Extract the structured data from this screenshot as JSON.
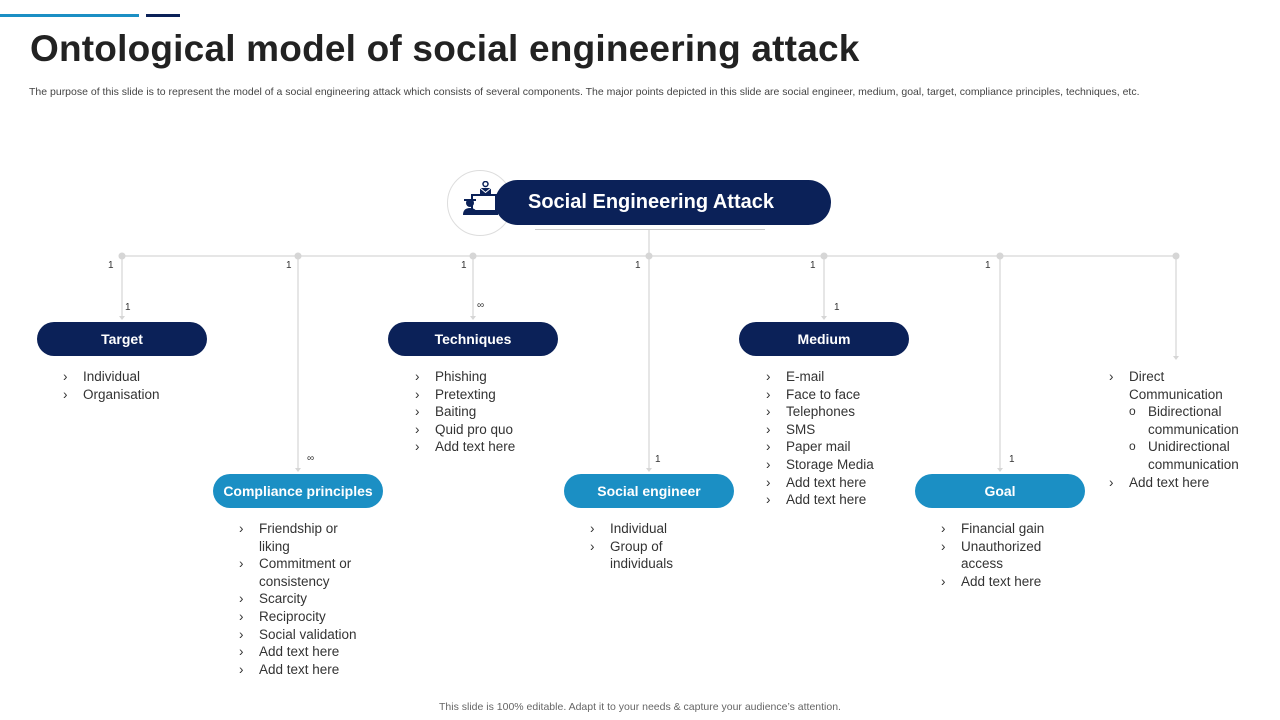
{
  "title": "Ontological model of social engineering attack",
  "subtitle": "The purpose of this slide is to represent the model of a social engineering attack which consists of several components. The major points depicted in this slide are social engineer, medium, goal, target, compliance principles, techniques, etc.",
  "root": {
    "label": "Social Engineering Attack",
    "icon": "hacker-laptop-email-icon"
  },
  "footer": "This slide is 100% editable. Adapt it to your needs & capture your audience’s attention.",
  "colors": {
    "dark": "#0b2158",
    "light": "#1b8fc4"
  },
  "multiplicity": {
    "top": [
      "1",
      "1",
      "1",
      "1",
      "1",
      "1"
    ],
    "target": "1",
    "techniques": "∞",
    "medium": "1",
    "compliance": "∞",
    "social_engineer": "1",
    "goal": "1"
  },
  "nodes": {
    "target": {
      "label": "Target",
      "items": [
        "Individual",
        "Organisation"
      ]
    },
    "techniques": {
      "label": "Techniques",
      "items": [
        "Phishing",
        "Pretexting",
        "Baiting",
        "Quid pro quo",
        "Add text here"
      ]
    },
    "medium": {
      "label": "Medium",
      "items": [
        "E-mail",
        "Face to face",
        "Telephones",
        "SMS",
        "Paper mail",
        "Storage Media",
        "Add text here",
        "Add text here"
      ]
    },
    "compliance": {
      "label": "Compliance principles",
      "items": [
        "Friendship or liking",
        "Commitment or consistency",
        "Scarcity",
        "Reciprocity",
        "Social validation",
        "Add text here",
        "Add text here"
      ]
    },
    "social_engineer": {
      "label": "Social engineer",
      "items": [
        "Individual",
        "Group of individuals"
      ]
    },
    "goal": {
      "label": "Goal",
      "items": [
        "Financial gain",
        "Unauthorized access",
        "Add text here"
      ]
    },
    "direct": {
      "items": [
        "Direct Communication",
        "Bidirectional communication",
        "Unidirectional communication",
        "Add text here"
      ]
    }
  }
}
